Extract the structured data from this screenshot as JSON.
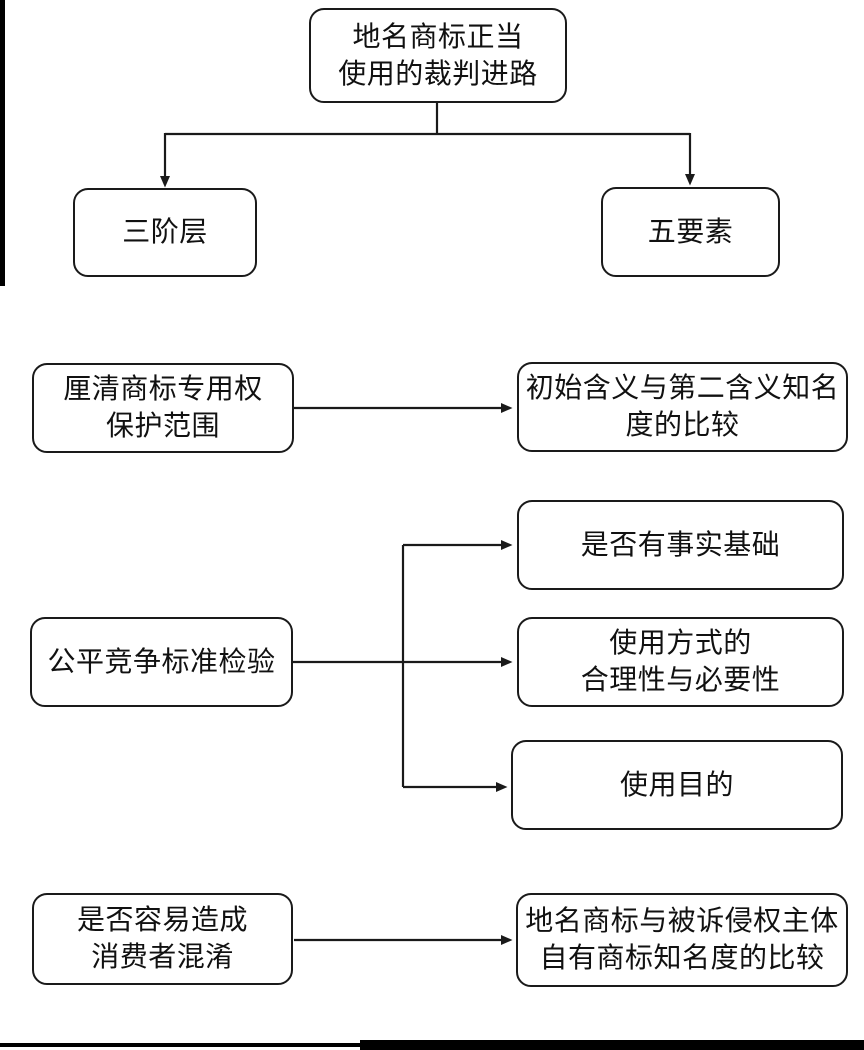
{
  "title": "地名商标正当使用的裁判进路",
  "colors": {
    "line": "#1a1a1a",
    "background": "#ffffff",
    "node_fill": "#ffffff",
    "node_text": "#111111",
    "artifact": "#000000"
  },
  "nodes": {
    "root": {
      "line1": "地名商标正当",
      "line2": "使用的裁判进路"
    },
    "three_tier": {
      "line1": "三阶层"
    },
    "five_factor": {
      "line1": "五要素"
    },
    "clarify_scope": {
      "line1": "厘清商标专用权",
      "line2": "保护范围"
    },
    "meaning_compare": {
      "line1": "初始含义与第二含义知名",
      "line2": "度的比较"
    },
    "fair_competition": {
      "line1": "公平竞争标准检验"
    },
    "factual_basis": {
      "line1": "是否有事实基础"
    },
    "usage_manner": {
      "line1": "使用方式的",
      "line2": "合理性与必要性"
    },
    "usage_purpose": {
      "line1": "使用目的"
    },
    "consumer_confusion": {
      "line1": "是否容易造成",
      "line2": "消费者混淆"
    },
    "fame_compare": {
      "line1": "地名商标与被诉侵权主体",
      "line2": "自有商标知名度的比较"
    }
  },
  "edges": [
    {
      "from": "地名商标正当使用的裁判进路",
      "to": "三阶层"
    },
    {
      "from": "地名商标正当使用的裁判进路",
      "to": "五要素"
    },
    {
      "from": "厘清商标专用权保护范围",
      "to": "初始含义与第二含义知名度的比较"
    },
    {
      "from": "公平竞争标准检验",
      "to": "是否有事实基础"
    },
    {
      "from": "公平竞争标准检验",
      "to": "使用方式的合理性与必要性"
    },
    {
      "from": "公平竞争标准检验",
      "to": "使用目的"
    },
    {
      "from": "是否容易造成消费者混淆",
      "to": "地名商标与被诉侵权主体自有商标知名度的比较"
    }
  ]
}
